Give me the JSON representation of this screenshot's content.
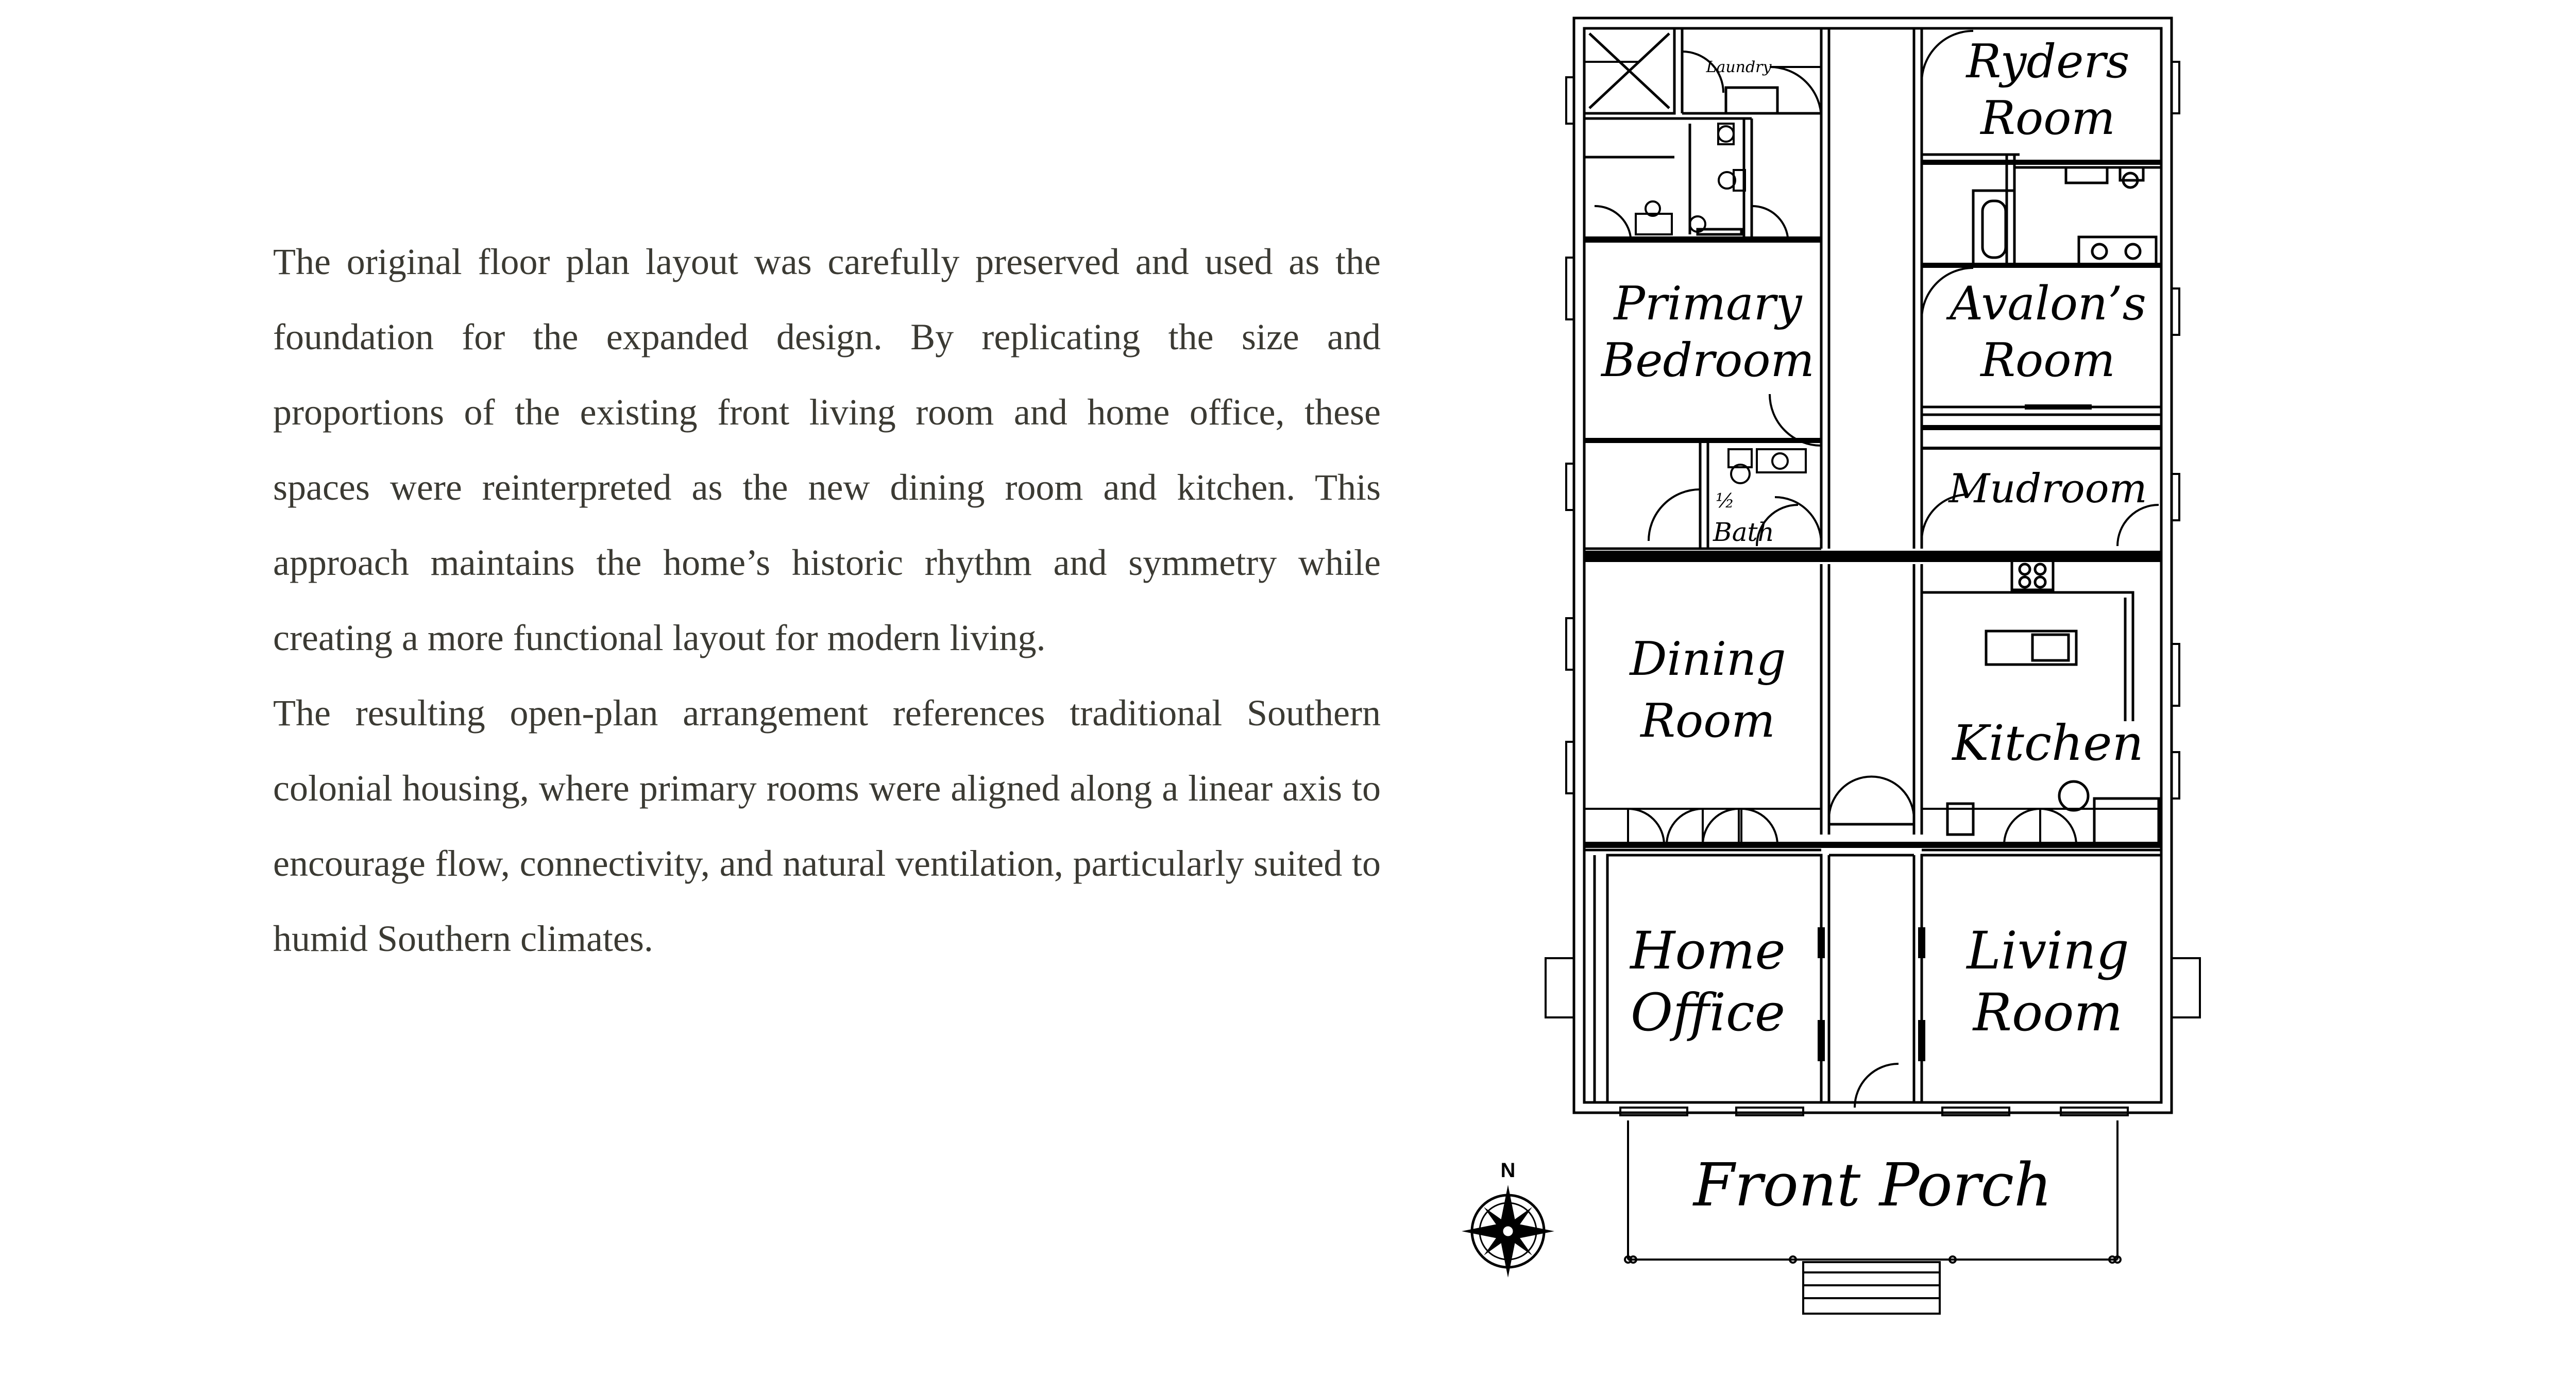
{
  "text": {
    "paragraphs": [
      "The original floor plan layout was carefully preserved and used as the foundation for the expanded design. By replicating the size and proportions of the existing front living room and home office, these spaces were reinterpreted as the new dining room and kitchen. This approach maintains the home’s historic rhythm and symmetry while creating a more functional layout for modern living.",
      "The resulting open-plan arrangement references traditional Southern colonial housing, where primary rooms were aligned along a linear axis to encourage flow, connectivity, and natural ventilation, particularly suited to humid Southern climates."
    ]
  },
  "floor_plan": {
    "rooms": {
      "laundry": "Laundry",
      "ryders_room": [
        "Ryders",
        "Room"
      ],
      "primary_bedroom": [
        "Primary",
        "Bedroom"
      ],
      "avalons_room": [
        "Avalon’s",
        "Room"
      ],
      "mudroom": "Mudroom",
      "half_bath": [
        "½",
        "Bath"
      ],
      "dining_room": [
        "Dining",
        "Room"
      ],
      "kitchen": "Kitchen",
      "home_office": [
        "Home",
        "Office"
      ],
      "living_room": [
        "Living",
        "Room"
      ],
      "front_porch": "Front Porch"
    },
    "compass": {
      "north_label": "N"
    }
  },
  "colors": {
    "text": "#3b3a33",
    "lines": "#000000"
  }
}
